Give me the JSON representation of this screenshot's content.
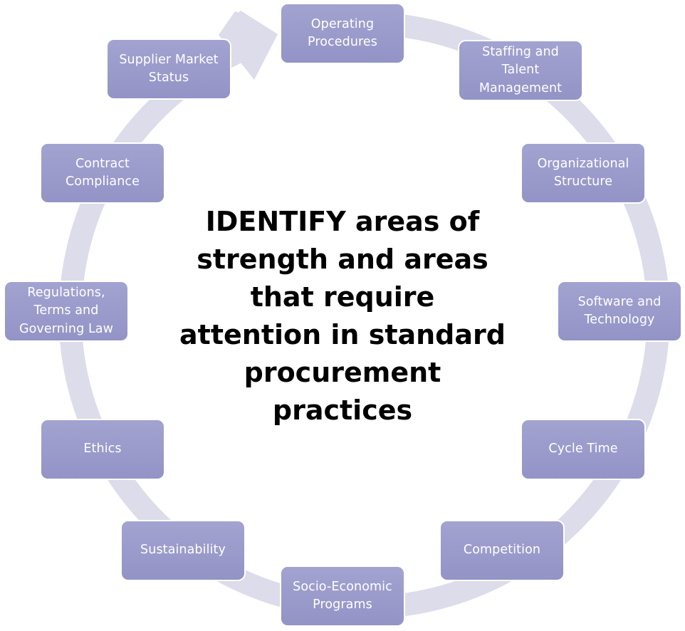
{
  "center_statement": "IDENTIFY areas of\nstrength and areas\nthat require\nattention in standard\nprocurement\npractices",
  "colors": {
    "ring": "#dcdcea",
    "box_fill": "#9a9acb",
    "box_text": "#ffffff",
    "box_border": "#ffffff",
    "center_text": "#000000"
  },
  "cycle_items": [
    {
      "name": "operating-procedures",
      "label": "Operating\nProcedures"
    },
    {
      "name": "staffing-and-talent-management",
      "label": "Staffing and\nTalent\nManagement"
    },
    {
      "name": "organizational-structure",
      "label": "Organizational\nStructure"
    },
    {
      "name": "software-and-technology",
      "label": "Software and\nTechnology"
    },
    {
      "name": "cycle-time",
      "label": "Cycle Time"
    },
    {
      "name": "competition",
      "label": "Competition"
    },
    {
      "name": "socio-economic-programs",
      "label": "Socio-Economic\nPrograms"
    },
    {
      "name": "sustainability",
      "label": "Sustainability"
    },
    {
      "name": "ethics",
      "label": "Ethics"
    },
    {
      "name": "regulations-terms-governing-law",
      "label": "Regulations,\nTerms and\nGoverning Law"
    },
    {
      "name": "contract-compliance",
      "label": "Contract\nCompliance"
    },
    {
      "name": "supplier-market-status",
      "label": "Supplier Market\nStatus"
    }
  ]
}
